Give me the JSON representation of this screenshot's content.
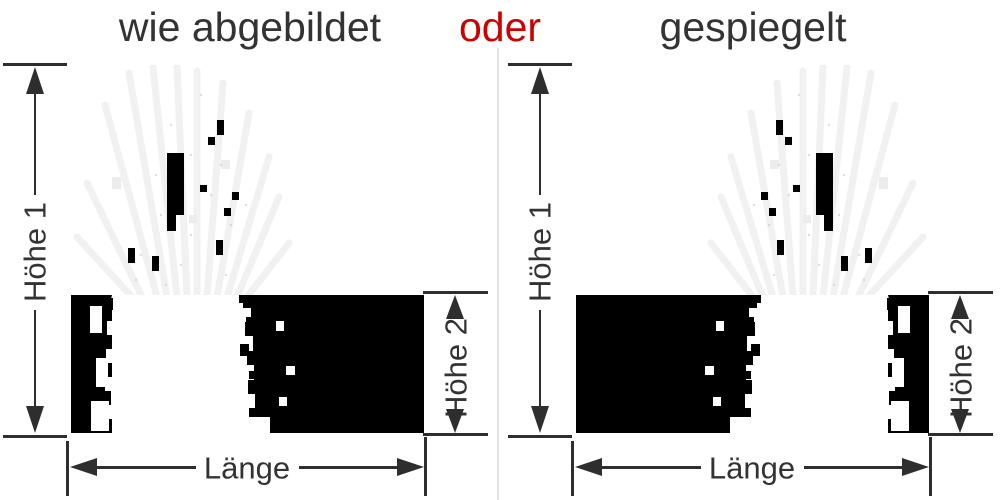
{
  "header": {
    "option_as_shown": "wie abgebildet",
    "option_conjunction": "oder",
    "option_mirrored": "gespiegelt"
  },
  "panels": [
    {
      "variant": "wie abgebildet",
      "mirrored": false,
      "dimensions": {
        "height1": "Höhe 1",
        "height2": "Höhe 2",
        "length": "Länge"
      }
    },
    {
      "variant": "gespiegelt",
      "mirrored": true,
      "dimensions": {
        "height1": "Höhe 1",
        "height2": "Höhe 2",
        "length": "Länge"
      }
    }
  ],
  "graphic": {
    "description": "black reed-grass wall decal silhouette, lower band solid black with grass cutout, faint blades above",
    "decal_color": "#000000"
  },
  "icons": {
    "arrow_up": "triangle-up",
    "arrow_down": "triangle-down",
    "arrow_left": "triangle-left",
    "arrow_right": "triangle-right"
  },
  "colors": {
    "text": "#333333",
    "accent_red": "#cc0000",
    "dimension_lines": "#2e2e2e",
    "decal_black": "#000000",
    "divider": "#e2e2e2"
  }
}
